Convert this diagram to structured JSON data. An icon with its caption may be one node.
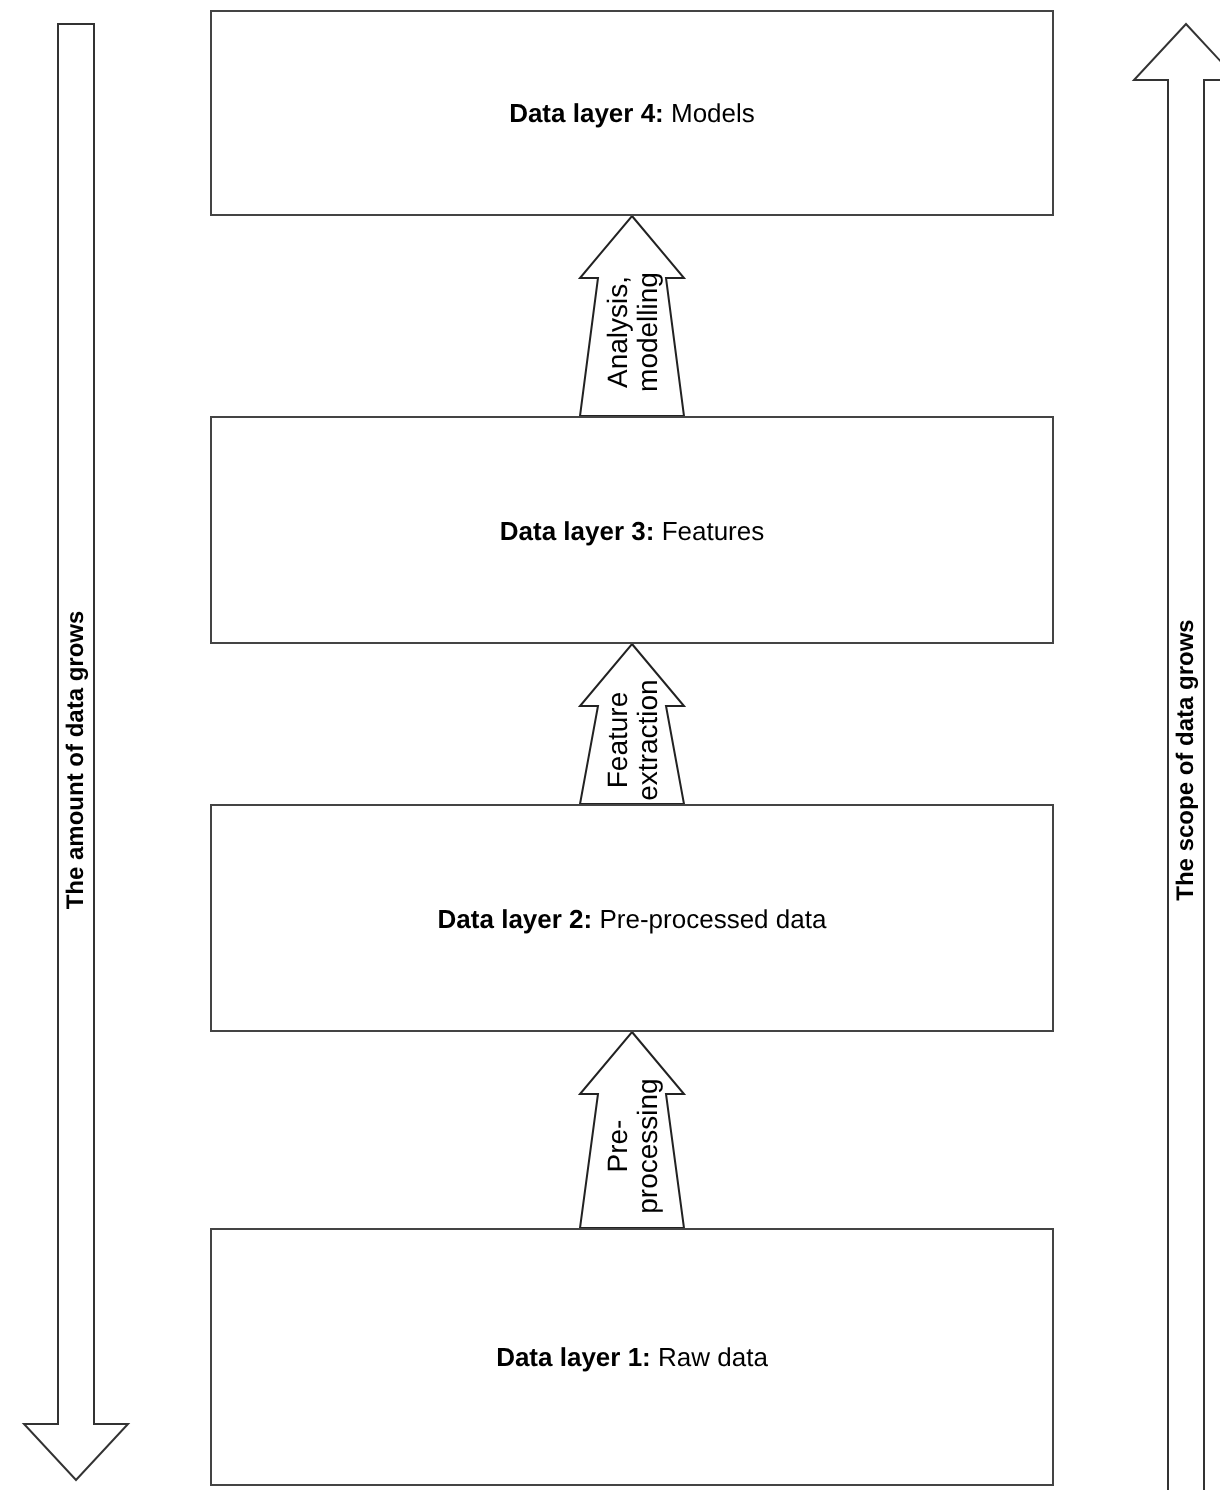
{
  "diagram": {
    "nodes": [
      {
        "text": [
          "**Data layer 4:** Models"
        ]
      },
      {
        "text": [
          "**Data layer 3:** Features"
        ]
      },
      {
        "text": [
          "**Data layer 2:** Pre-processed data"
        ]
      },
      {
        "text": [
          "**Data layer 1:** Raw data"
        ]
      }
    ],
    "edges": [
      {
        "from": 1,
        "to": 0,
        "arrow": "to",
        "label": "Analysis, modelling"
      },
      {
        "from": 2,
        "to": 1,
        "arrow": "to",
        "label": "Feature extraction"
      },
      {
        "from": 3,
        "to": 2,
        "arrow": "to",
        "label": "Pre-processing"
      }
    ],
    "labels": [
      "The amount of data grows",
      "The scope of data grows"
    ]
  }
}
